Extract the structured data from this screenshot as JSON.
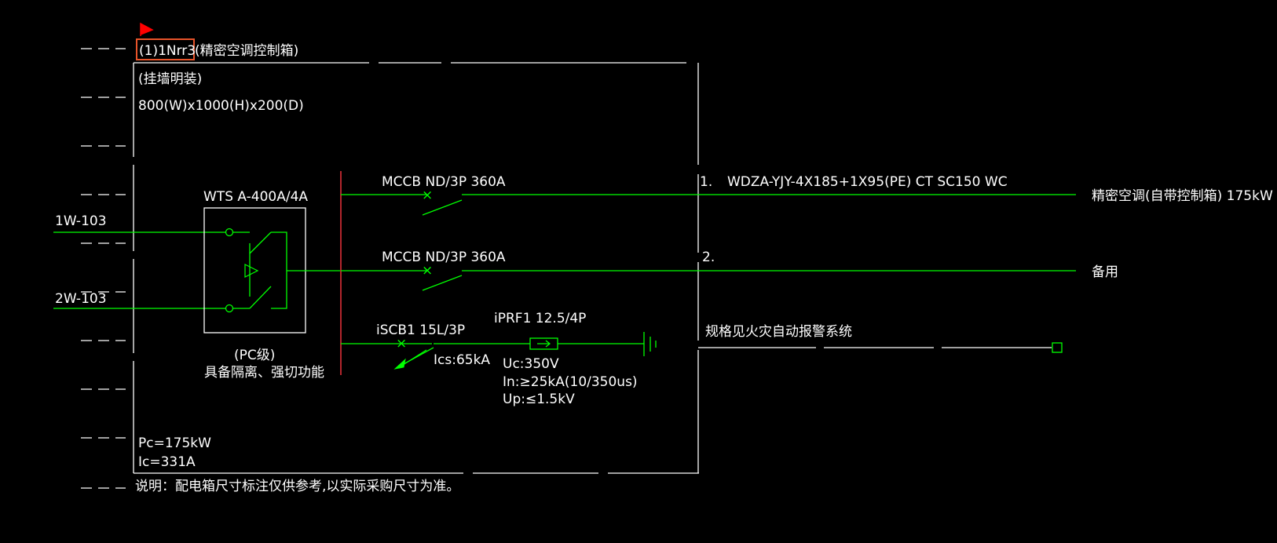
{
  "panel": {
    "tag": "(1)1Nrr3",
    "name": "(精密空调控制箱)",
    "mount": "(挂墙明装)",
    "dims": "800(W)x1000(H)x200(D)",
    "pc": "Pc=175kW",
    "ic": "Ic=331A"
  },
  "note": "说明：配电箱尺寸标注仅供参考,以实际采购尺寸为准。",
  "inputs": [
    "1W-103",
    "2W-103"
  ],
  "transfer_switch": {
    "model": "WTS A-400A/4A",
    "class": "(PC级)",
    "function": "具备隔离、强切功能"
  },
  "circuits": [
    {
      "breaker": "MCCB ND/3P 360A",
      "number": "1.",
      "cable": "WDZA-YJY-4X185+1X95(PE) CT SC150 WC",
      "load": "精密空调(自带控制箱) 175kW"
    },
    {
      "breaker": "MCCB ND/3P 360A",
      "number": "2.",
      "cable": "",
      "load": "备用"
    }
  ],
  "surge": {
    "breaker": "iSCB1 15L/3P",
    "ics": "Ics:65kA",
    "spd": "iPRF1 12.5/4P",
    "uc": "Uc:350V",
    "in": "In:≥25kA(10/350us)",
    "up": "Up:≤1.5kV",
    "note": "规格见火灾自动报警系统"
  },
  "colors": {
    "background": "#000000",
    "frame": "#ffffff",
    "wire": "#00ff00",
    "busbar": "#b3262c",
    "highlight": "#e8542a",
    "flag": "#ff0000"
  },
  "icons": [
    "flag-icon",
    "breaker-symbol",
    "transfer-switch-symbol",
    "spd-symbol",
    "ground-symbol",
    "terminal-box-icon"
  ]
}
